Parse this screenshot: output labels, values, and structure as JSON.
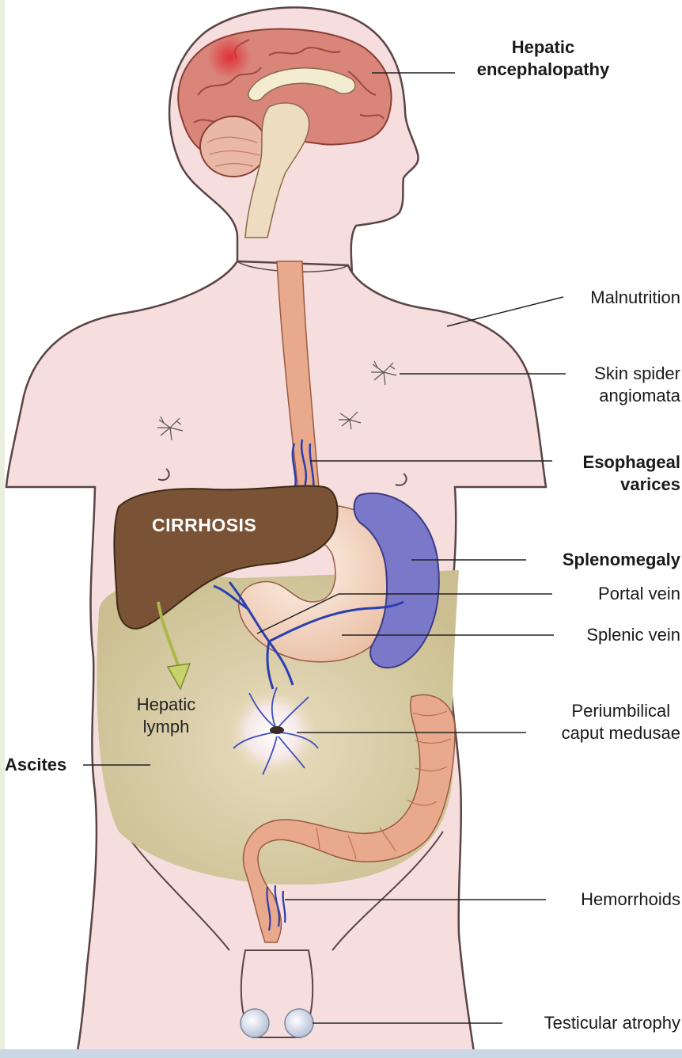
{
  "labels": {
    "hepatic_encephalopathy_1": "Hepatic",
    "hepatic_encephalopathy_2": "encephalopathy",
    "malnutrition": "Malnutrition",
    "skin_spider_1": "Skin spider",
    "skin_spider_2": "angiomata",
    "esophageal_1": "Esophageal",
    "esophageal_2": "varices",
    "splenomegaly": "Splenomegaly",
    "portal_vein": "Portal vein",
    "splenic_vein": "Splenic vein",
    "periumbilical_1": "Periumbilical",
    "periumbilical_2": "caput medusae",
    "ascites": "Ascites",
    "hemorrhoids": "Hemorrhoids",
    "testicular_atrophy": "Testicular atrophy",
    "cirrhosis": "CIRRHOSIS",
    "hepatic_lymph_1": "Hepatic",
    "hepatic_lymph_2": "lymph"
  },
  "colors": {
    "skin": "#f6dede",
    "skin_outline": "#5a4444",
    "brain": "#d9857a",
    "liver": "#7a5235",
    "spleen": "#7a78c9",
    "vein": "#2b3fae",
    "abdomen": "#d9ccaa",
    "colon": "#e8a98c"
  }
}
